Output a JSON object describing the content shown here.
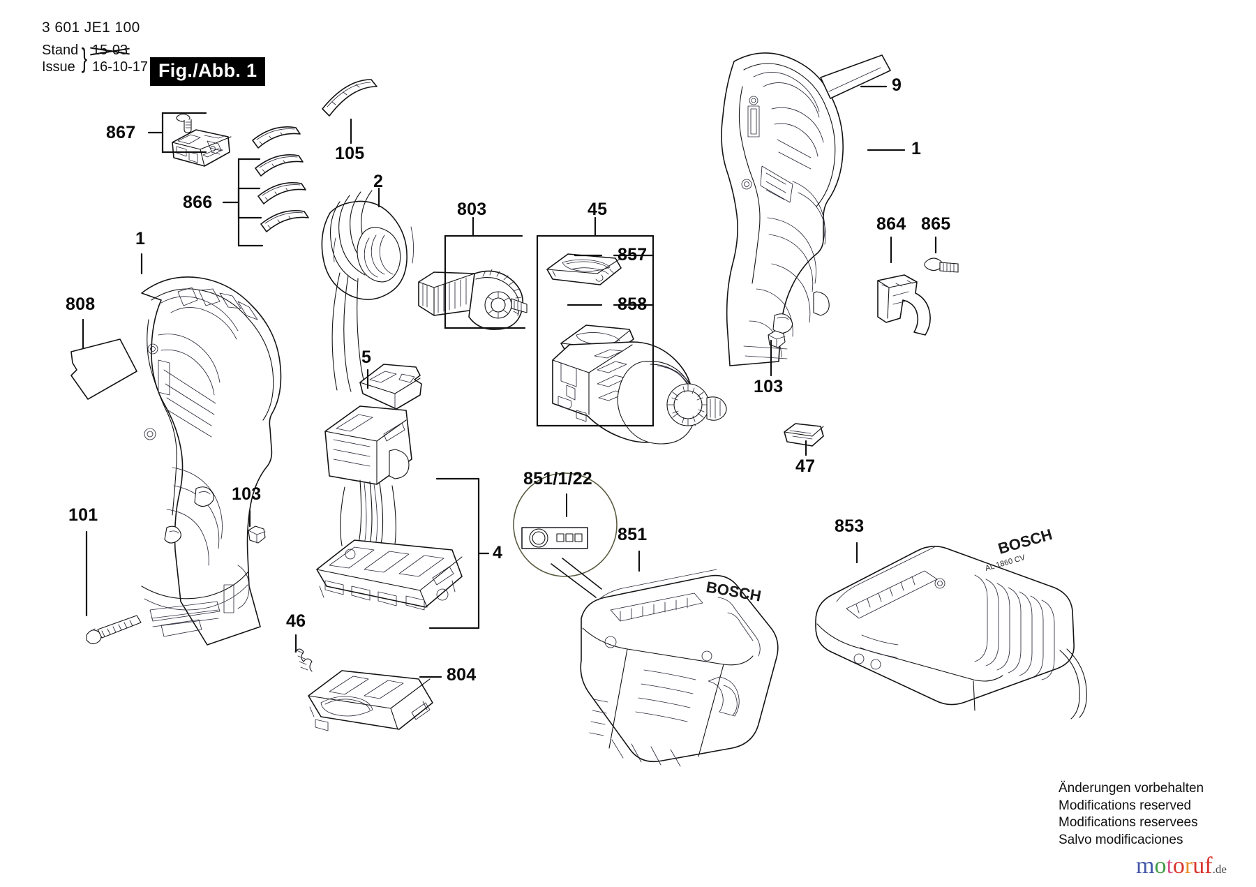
{
  "header": {
    "code": "3 601 JE1 100",
    "row1_label": "Stand",
    "row2_label": "Issue",
    "row1_date": "15-03",
    "row2_date": "16-10-17",
    "figure_tag": "Fig./Abb. 1"
  },
  "labels": [
    {
      "id": "867",
      "text": "867"
    },
    {
      "id": "866",
      "text": "866"
    },
    {
      "id": "105",
      "text": "105"
    },
    {
      "id": "2",
      "text": "2"
    },
    {
      "id": "803",
      "text": "803"
    },
    {
      "id": "45",
      "text": "45"
    },
    {
      "id": "857",
      "text": "857"
    },
    {
      "id": "858",
      "text": "858"
    },
    {
      "id": "9",
      "text": "9"
    },
    {
      "id": "1r",
      "text": "1"
    },
    {
      "id": "864",
      "text": "864"
    },
    {
      "id": "865",
      "text": "865"
    },
    {
      "id": "103r",
      "text": "103"
    },
    {
      "id": "47",
      "text": "47"
    },
    {
      "id": "1l",
      "text": "1"
    },
    {
      "id": "808",
      "text": "808"
    },
    {
      "id": "101",
      "text": "101"
    },
    {
      "id": "103l",
      "text": "103"
    },
    {
      "id": "5",
      "text": "5"
    },
    {
      "id": "4",
      "text": "4"
    },
    {
      "id": "46",
      "text": "46"
    },
    {
      "id": "804",
      "text": "804"
    },
    {
      "id": "851_1_22",
      "text": "851/1/22"
    },
    {
      "id": "851",
      "text": "851"
    },
    {
      "id": "853",
      "text": "853"
    }
  ],
  "legal": {
    "line1": "Änderungen vorbehalten",
    "line2": "Modifications reserved",
    "line3": "Modifications reservees",
    "line4": "Salvo modificaciones"
  },
  "watermark": {
    "l1": "m",
    "l2": "o",
    "l3": "t",
    "l4": "o",
    "l5": "r",
    "l6": "u",
    "l7": "f",
    "tld": ".de",
    "colors": {
      "m": "#4457a8",
      "o1": "#3f9b42",
      "t": "#d94f87",
      "o2": "#d8342c",
      "r": "#e8912a",
      "u": "#d8342c",
      "f": "#d8342c",
      "tld": "#5a5a5a"
    }
  },
  "brand": {
    "battery_logo": "BOSCH",
    "charger_logo": "BOSCH",
    "charger_model": "AL 1860 CV"
  },
  "colors": {
    "line": "#141414",
    "thin_line": "#33334a",
    "paper": "#ffffff",
    "tag_bg": "#000000",
    "tag_fg": "#ffffff"
  }
}
